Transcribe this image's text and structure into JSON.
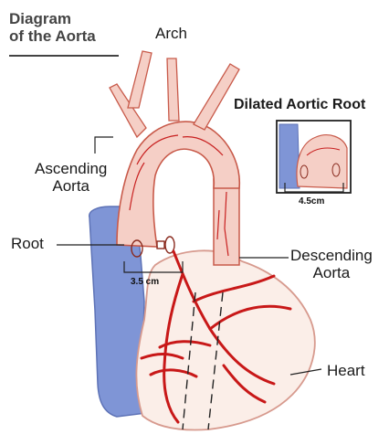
{
  "diagram": {
    "title_line1": "Diagram",
    "title_line2": "of the Aorta",
    "labels": {
      "arch": "Arch",
      "ascending_line1": "Ascending",
      "ascending_line2": "Aorta",
      "root": "Root",
      "descending_line1": "Descending",
      "descending_line2": "Aorta",
      "heart": "Heart"
    },
    "measurements": {
      "root_diameter": "3.5 cm",
      "dilated_diameter": "4.5cm"
    },
    "inset_title": "Dilated Aortic Root",
    "colors": {
      "vessel_fill": "#f5cfc6",
      "vessel_outline": "#c85a4a",
      "artery_red": "#c81818",
      "vein_blue": "#7f95d6",
      "heart_fill": "#fbeee8"
    }
  }
}
